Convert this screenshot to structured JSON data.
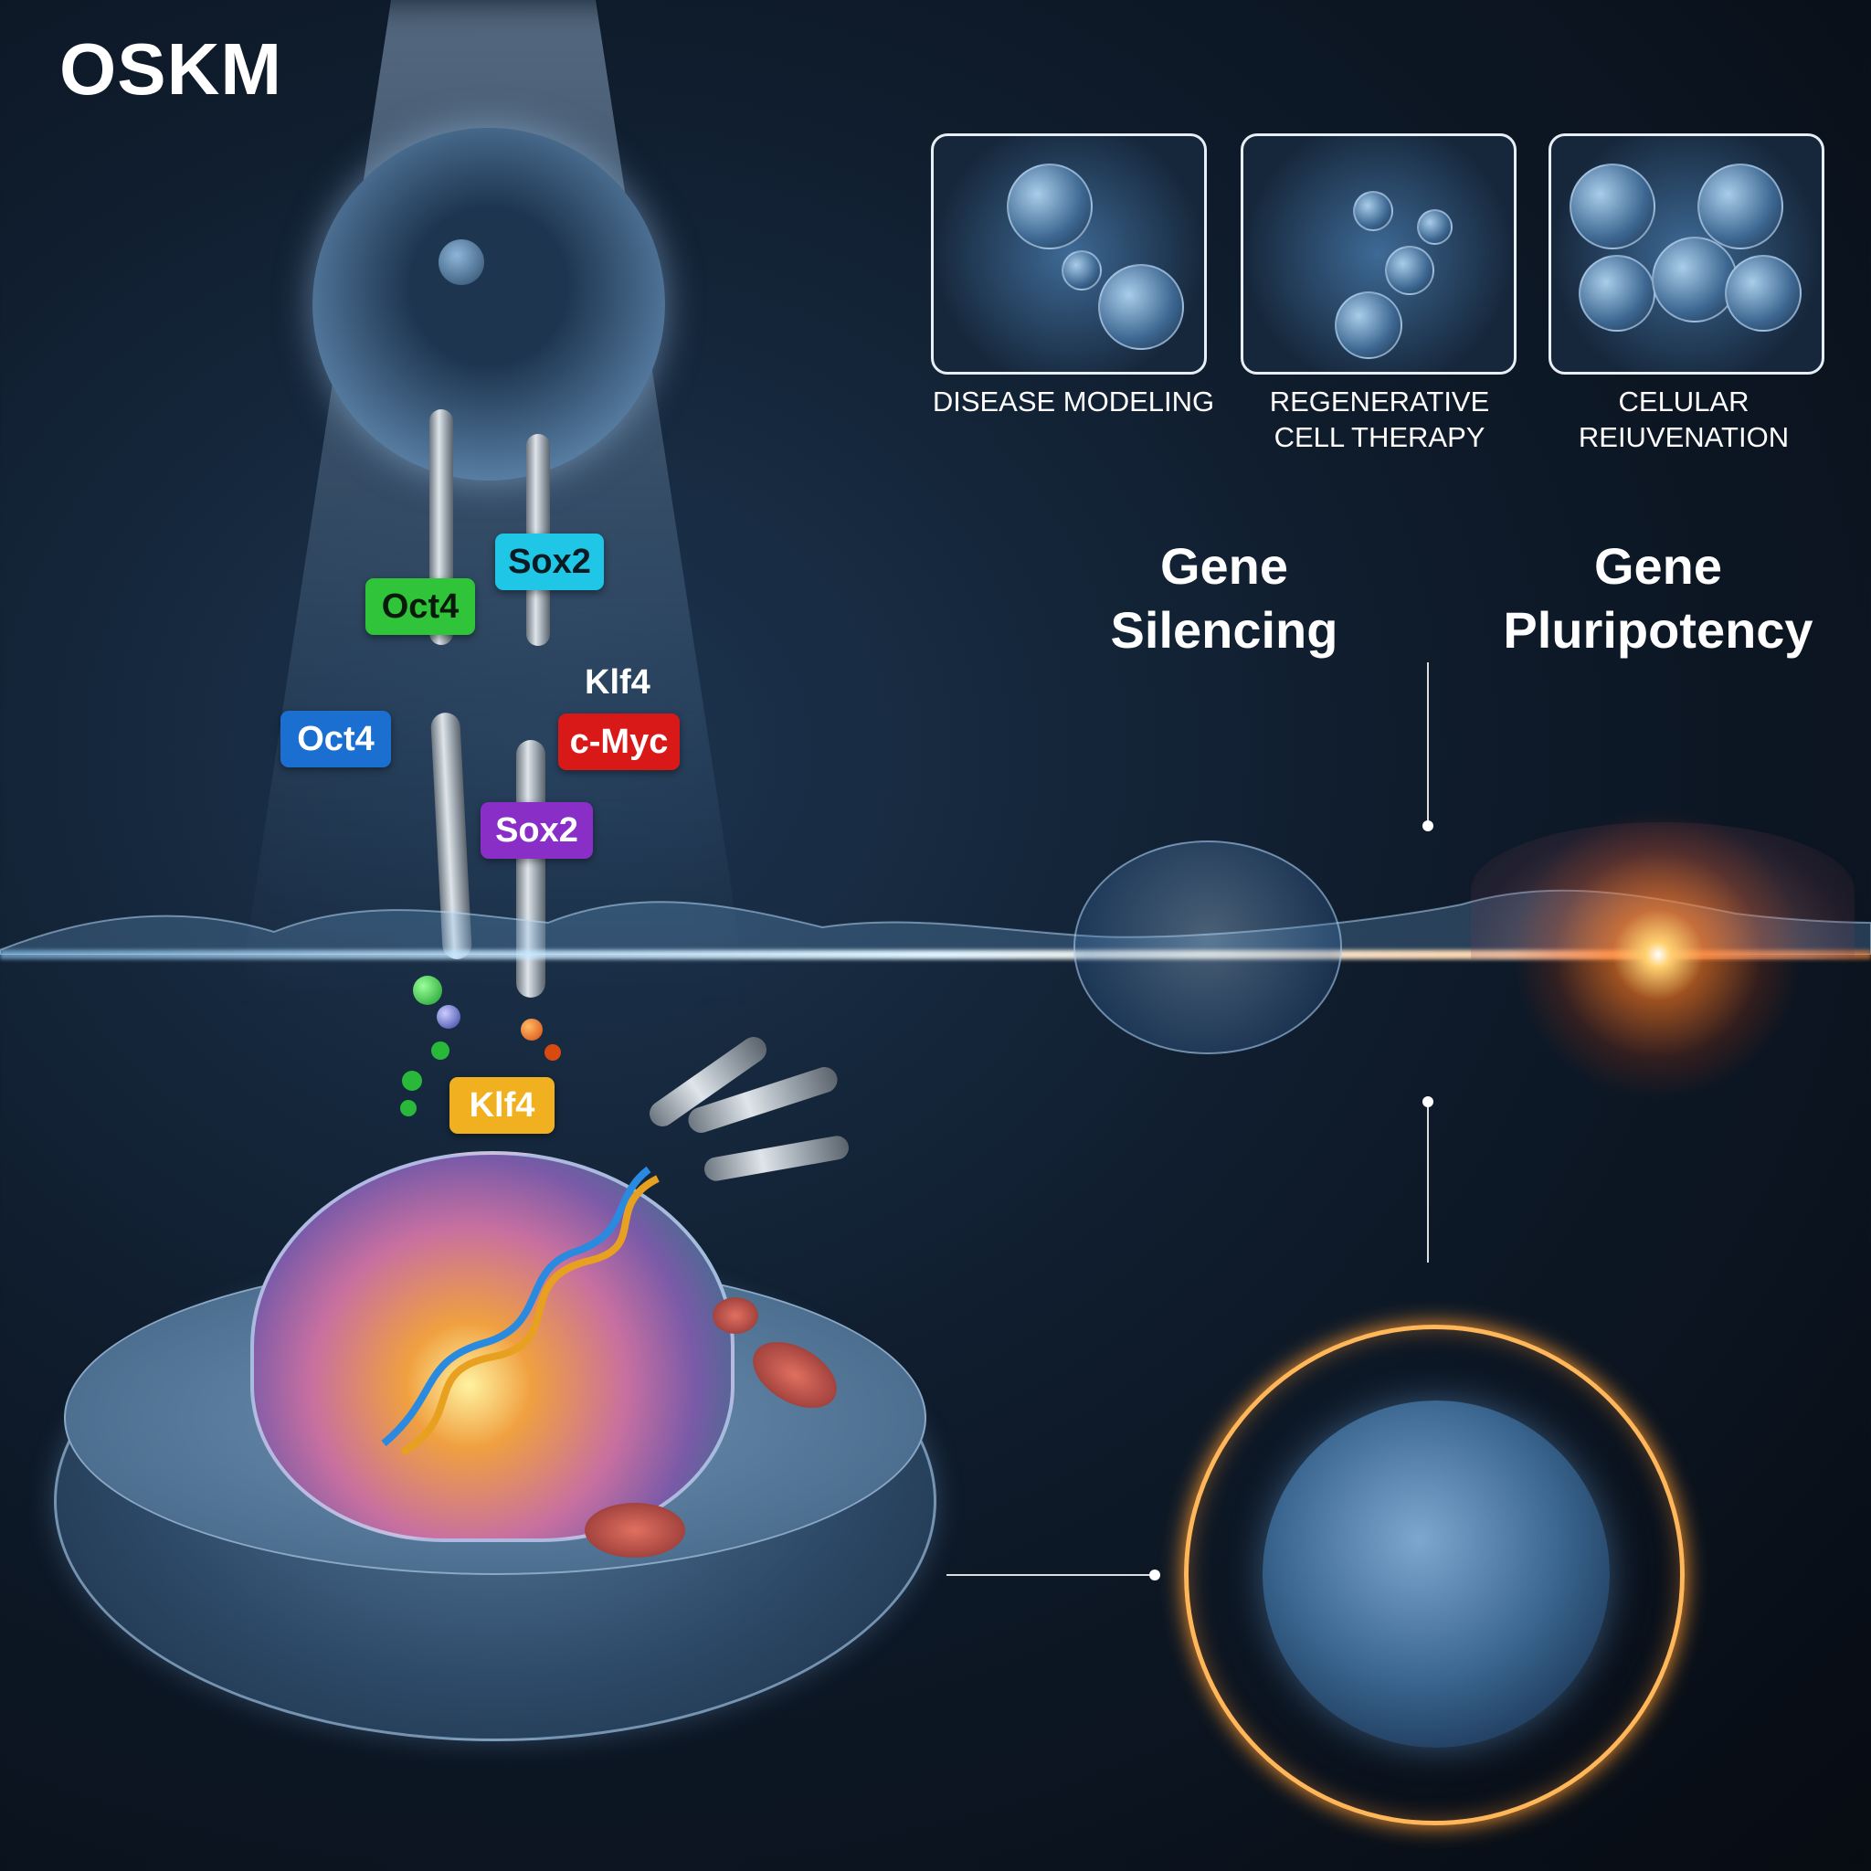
{
  "title": "OSKM",
  "applications": [
    {
      "label_lines": [
        "DISEASE MODELING"
      ]
    },
    {
      "label_lines": [
        "REGENERATIVE",
        "CELL THERAPY"
      ]
    },
    {
      "label_lines": [
        "CELULAR",
        "REIUVENATION"
      ]
    }
  ],
  "states": {
    "silencing": {
      "line1": "Gene",
      "line2": "Silencing"
    },
    "pluripotency": {
      "line1": "Gene",
      "line2": "Pluripotency"
    }
  },
  "factors": {
    "oct4_green": "Oct4",
    "sox2_cyan": "Sox2",
    "klf4_text": "Klf4",
    "cmyc_red": "c-Myc",
    "oct4_blue": "Oct4",
    "sox2_purple": "Sox2",
    "klf4_yellow": "Klf4"
  },
  "colors": {
    "oct4_green": "#2fc43a",
    "sox2_cyan": "#1fc6e6",
    "cmyc_red": "#d91818",
    "oct4_blue": "#1a6fd0",
    "sox2_purple": "#8a2ec8",
    "klf4_yellow": "#f0b020",
    "ring": "#ffb75a"
  }
}
